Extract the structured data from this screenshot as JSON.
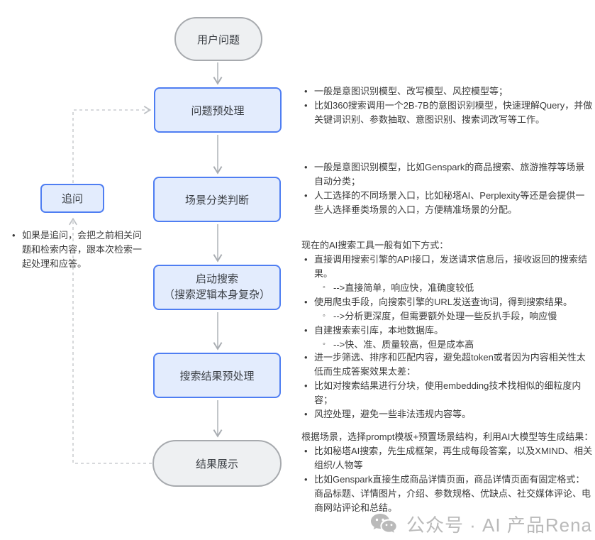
{
  "diagram": {
    "nodes": {
      "user_question": "用户问题",
      "question_preprocess": "问题预处理",
      "scene_classification": "场景分类判断",
      "start_search": "启动搜索",
      "start_search_sub": "（搜索逻辑本身复杂）",
      "search_result_preprocess": "搜索结果预处理",
      "result_display": "结果展示",
      "follow_up": "追问"
    },
    "follow_up_note": "如果是追问，会把之前相关问题和检索内容，跟本次检索一起处理和应答。"
  },
  "annotations": {
    "question_preprocess": {
      "bullets": [
        "一般是意图识别模型、改写模型、风控模型等；",
        "比如360搜索调用一个2B-7B的意图识别模型，快速理解Query，并做关键词识别、参数抽取、意图识别、搜索词改写等工作。"
      ]
    },
    "scene_classification": {
      "bullets": [
        "一般是意图识别模型，比如Genspark的商品搜索、旅游推荐等场景自动分类；",
        "人工选择的不同场景入口，比如秘塔AI、Perplexity等还是会提供一些人选择垂类场景的入口，方便精准场景的分配。"
      ]
    },
    "start_search": {
      "intro": "现在的AI搜索工具一般有如下方式：",
      "items": [
        {
          "level": 1,
          "text": "直接调用搜索引擎的API接口，发送请求信息后，接收返回的搜索结果。"
        },
        {
          "level": 2,
          "text": "-->直接简单，响应快，准确度较低"
        },
        {
          "level": 1,
          "text": "使用爬虫手段，向搜索引擎的URL发送查询词，得到搜索结果。"
        },
        {
          "level": 2,
          "text": "-->分析更深度，但需要额外处理一些反扒手段，响应慢"
        },
        {
          "level": 1,
          "text": "自建搜索索引库，本地数据库。"
        },
        {
          "level": 2,
          "text": "-->快、准、质量较高，但是成本高"
        }
      ]
    },
    "search_result_preprocess": {
      "bullets": [
        "进一步筛选、排序和匹配内容，避免超token或者因为内容相关性太低而生成答案效果太差：",
        "比如对搜索结果进行分块，使用embedding技术找相似的细粒度内容；",
        "风控处理，避免一些非法违规内容等。"
      ]
    },
    "result_display": {
      "intro": "根据场景，选择prompt模板+预置场景结构，利用AI大模型等生成结果：",
      "bullets": [
        "比如秘塔AI搜索，先生成框架，再生成每段答案，以及XMIND、相关组织/人物等",
        "比如Genspark直接生成商品详情页面，商品详情页面有固定格式：商品标题、详情图片，介绍、参数规格、优缺点、社交媒体评论、电商网站评论和总结。"
      ]
    }
  },
  "watermark": {
    "icon": "wechat-icon",
    "text": "公众号 · AI 产品Rena"
  },
  "colors": {
    "node_fill_blue": "#e3ecfd",
    "node_border_blue": "#4f7ef2",
    "node_fill_gray": "#eef0f2",
    "node_border_gray": "#a7aaae",
    "arrow_solid": "#a9adb2",
    "arrow_dashed": "#bfc2c6",
    "text": "#3b3b3b",
    "watermark": "#bababa"
  }
}
